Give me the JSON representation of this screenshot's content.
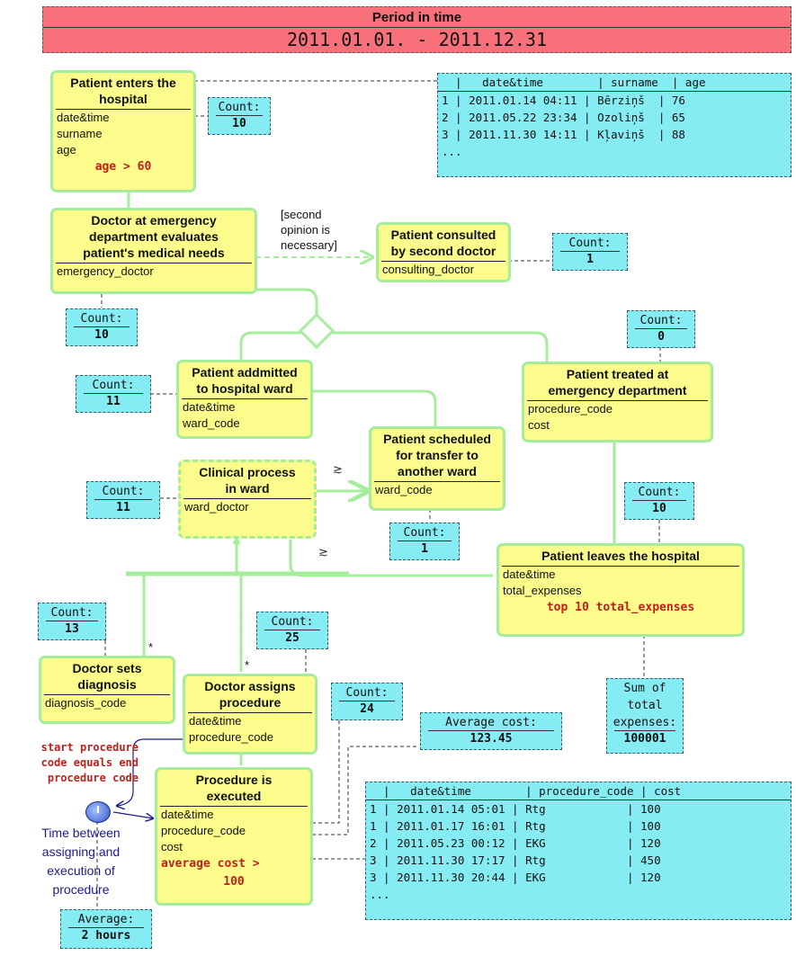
{
  "period": {
    "title": "Period in time",
    "range": "2011.01.01.  -  2011.12.31"
  },
  "classes": {
    "enters": {
      "title_1": "Patient enters the",
      "title_2": "hospital",
      "attrs": [
        "date&time",
        "surname",
        "age"
      ],
      "condition": "age > 60"
    },
    "emergency_eval": {
      "title_1": "Doctor at emergency",
      "title_2": "department evaluates",
      "title_3": "patient's medical needs",
      "attrs": [
        "emergency_doctor"
      ]
    },
    "consulted": {
      "title_1": "Patient consulted",
      "title_2": "by second doctor",
      "attrs": [
        "consulting_doctor"
      ]
    },
    "admitted": {
      "title_1": "Patient addmitted",
      "title_2": "to hospital ward",
      "attrs": [
        "date&time",
        "ward_code"
      ]
    },
    "treated": {
      "title_1": "Patient treated at",
      "title_2": "emergency department",
      "attrs": [
        "procedure_code",
        "cost"
      ]
    },
    "scheduled": {
      "title_1": "Patient scheduled",
      "title_2": "for transfer to",
      "title_3": "another ward",
      "attrs": [
        "ward_code"
      ]
    },
    "clinical": {
      "title_1": "Clinical process",
      "title_2": "in ward",
      "attrs": [
        "ward_doctor"
      ]
    },
    "leaves": {
      "title_1": "Patient leaves the hospital",
      "attrs": [
        "date&time",
        "total_expenses"
      ],
      "condition": "top 10 total_expenses"
    },
    "diagnosis": {
      "title_1": "Doctor sets",
      "title_2": "diagnosis",
      "attrs": [
        "diagnosis_code"
      ]
    },
    "assigns": {
      "title_1": "Doctor assigns",
      "title_2": "procedure",
      "attrs": [
        "date&time",
        "procedure_code"
      ]
    },
    "executed": {
      "title_1": "Procedure is",
      "title_2": "executed",
      "attrs": [
        "date&time",
        "procedure_code",
        "cost"
      ],
      "condition_1": "average cost >",
      "condition_2": "100"
    }
  },
  "counts": {
    "enters": {
      "label": "Count:",
      "value": "10"
    },
    "consulted": {
      "label": "Count:",
      "value": "1"
    },
    "emergency": {
      "label": "Count:",
      "value": "10"
    },
    "treated": {
      "label": "Count:",
      "value": "0"
    },
    "admitted": {
      "label": "Count:",
      "value": "11"
    },
    "clinical": {
      "label": "Count:",
      "value": "11"
    },
    "scheduled": {
      "label": "Count:",
      "value": "1"
    },
    "leaves": {
      "label": "Count:",
      "value": "10"
    },
    "diagnosis": {
      "label": "Count:",
      "value": "13"
    },
    "assigns": {
      "label": "Count:",
      "value": "25"
    },
    "executed": {
      "label": "Count:",
      "value": "24"
    },
    "avg_cost": {
      "label": "Average cost:",
      "value": "123.45"
    },
    "avg_time": {
      "label": "Average:",
      "value": "2 hours"
    },
    "sum_expenses": {
      "label_1": "Sum of",
      "label_2": "total",
      "label_3": "expenses:",
      "value": "100001"
    }
  },
  "patients_table": {
    "header": "  |   date&time        | surname  | age",
    "rows": [
      "1 | 2011.01.14 04:11 | Bērziņš  | 76",
      "2 | 2011.05.22 23:34 | Ozoliņš  | 65",
      "3 | 2011.11.30 14:11 | Kļaviņš  | 88",
      "..."
    ]
  },
  "procedures_table": {
    "header": "  |   date&time        | procedure_code | cost",
    "rows": [
      "1 | 2011.01.14 05:01 | Rtg            | 100",
      "1 | 2011.01.17 16:01 | Rtg            | 100",
      "2 | 2011.05.23 00:12 | EKG            | 120",
      "3 | 2011.11.30 17:17 | Rtg            | 450",
      "3 | 2011.11.30 20:44 | EKG            | 120",
      "..."
    ]
  },
  "notes": {
    "guard_1": "[second",
    "guard_2": "opinion is",
    "guard_3": "necessary]",
    "procedure_rule_1": "start procedure",
    "procedure_rule_2": "code equals end",
    "procedure_rule_3": "procedure code",
    "time_1": "Time between",
    "time_2": "assigning and",
    "time_3": "execution of",
    "time_4": "procedure",
    "star": "*"
  }
}
